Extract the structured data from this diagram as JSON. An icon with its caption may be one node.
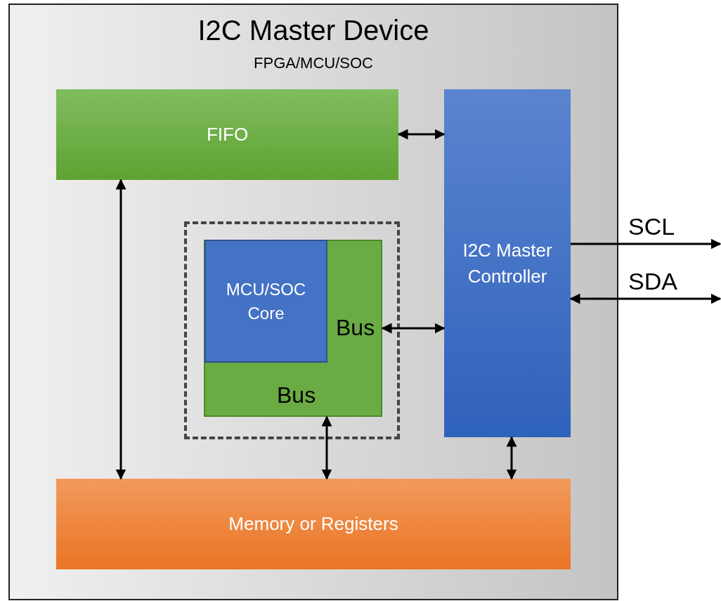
{
  "diagram": {
    "nodes": [
      {
        "text": [
          "I2C Master Device",
          "FPGA/MCU/SOC"
        ]
      },
      {
        "text": [
          "FIFO"
        ],
        "in": 0
      },
      {
        "text": [
          "I2C Master Controller"
        ],
        "in": 0
      },
      {
        "text": [],
        "shape": "box",
        "in": 0
      },
      {
        "text": [
          "Bus",
          "Bus"
        ],
        "in": 3
      },
      {
        "text": [
          "MCU/SOC Core"
        ],
        "in": 4
      },
      {
        "text": [
          "Memory or Registers"
        ],
        "in": 0
      }
    ],
    "edges": [
      {
        "from": 1,
        "to": 2,
        "arrow": "both"
      },
      {
        "from": 1,
        "to": 6,
        "arrow": "both"
      },
      {
        "from": 4,
        "to": 2,
        "arrow": "both"
      },
      {
        "from": 4,
        "to": 6,
        "arrow": "both"
      },
      {
        "from": 2,
        "to": 6,
        "arrow": "both"
      },
      {
        "from": 2,
        "to": null,
        "arrow": "to",
        "label": "SCL"
      },
      {
        "from": 2,
        "to": null,
        "arrow": "both",
        "label": "SDA"
      }
    ]
  }
}
